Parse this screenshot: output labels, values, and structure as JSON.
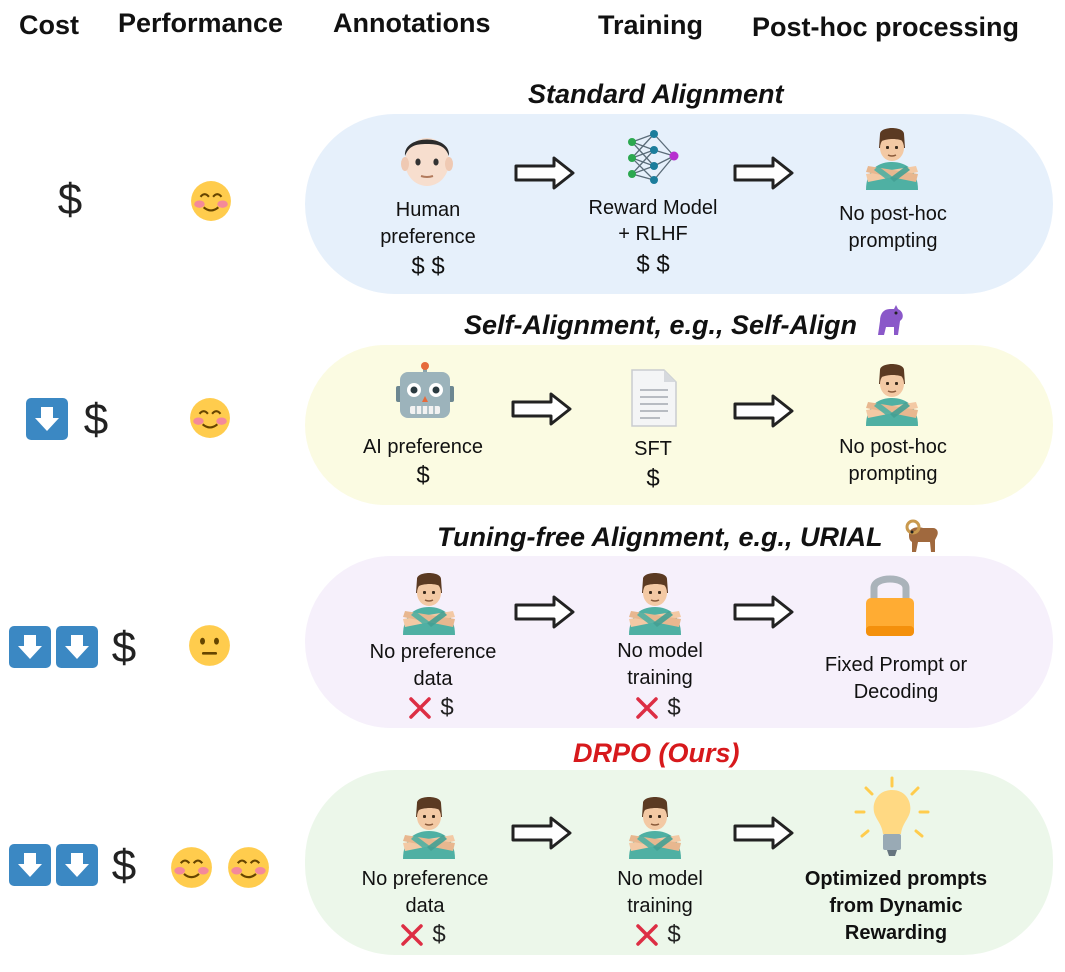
{
  "headers": {
    "cost": "Cost",
    "performance": "Performance",
    "annotations": "Annotations",
    "training": "Training",
    "posthoc": "Post-hoc processing"
  },
  "rows": [
    {
      "title": "Standard Alignment",
      "annotation": [
        "Human",
        "preference"
      ],
      "annotation_cost": "$ $",
      "training": [
        "Reward Model",
        "+ RLHF"
      ],
      "training_cost": "$ $",
      "posthoc": [
        "No post-hoc",
        "prompting"
      ],
      "color": "#e6f0fb",
      "cost_glyph": "$"
    },
    {
      "title": "Self-Alignment, e.g., Self-Align",
      "annotation": [
        "AI preference"
      ],
      "annotation_cost": "$",
      "training": [
        "SFT"
      ],
      "training_cost": "$",
      "posthoc": [
        "No post-hoc",
        "prompting"
      ],
      "color": "#fbfbe2",
      "cost_glyph": "$"
    },
    {
      "title": "Tuning-free Alignment, e.g., URIAL",
      "annotation": [
        "No preference",
        "data"
      ],
      "annotation_cost": "$",
      "training": [
        "No model",
        "training"
      ],
      "training_cost": "$",
      "posthoc": [
        "Fixed Prompt or",
        "Decoding"
      ],
      "color": "#f6f0fb",
      "cost_glyph": "$"
    },
    {
      "title": "DRPO (Ours)",
      "annotation": [
        "No preference",
        "data"
      ],
      "annotation_cost": "$",
      "training": [
        "No model",
        "training"
      ],
      "training_cost": "$",
      "posthoc": [
        "Optimized prompts",
        "from Dynamic",
        "Rewarding"
      ],
      "color": "#ecf7ea",
      "cost_glyph": "$"
    }
  ],
  "colors": {
    "drpo_title": "#d7191c",
    "arrow_down_box": "#3b88c3",
    "cross": "#dd2e44",
    "smiley": "#ffcc4d"
  },
  "icons": {
    "human": "man-face-icon",
    "network": "neural-network-icon",
    "gesture_no": "person-gesturing-no-icon",
    "robot": "robot-icon",
    "document": "document-icon",
    "lock": "lock-icon",
    "bulb": "light-bulb-icon",
    "llama": "llama-icon",
    "ram": "ram-icon",
    "smile": "smiling-face-icon",
    "neutral": "neutral-face-icon",
    "down": "down-arrow-icon"
  }
}
